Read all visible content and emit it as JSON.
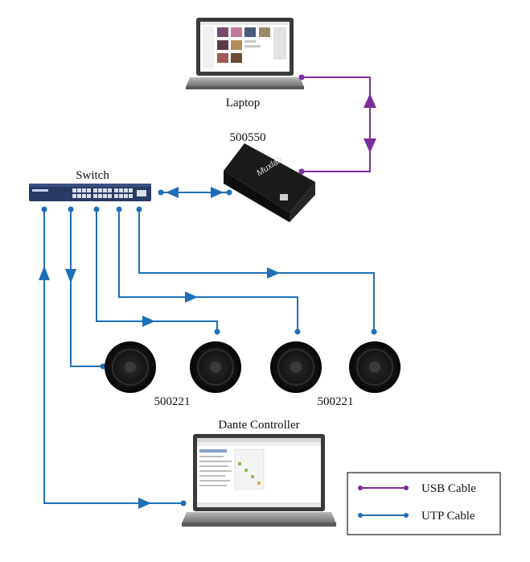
{
  "labels": {
    "laptop": "Laptop",
    "interface": "500550",
    "switch": "Switch",
    "speakers_left": "500221",
    "speakers_right": "500221",
    "controller": "Dante Controller",
    "device_brand": "Muxlab"
  },
  "legend": {
    "usb": "USB Cable",
    "utp": "UTP Cable"
  },
  "colors": {
    "usb": "#7b2d9b",
    "utp": "#1f6fb8"
  }
}
